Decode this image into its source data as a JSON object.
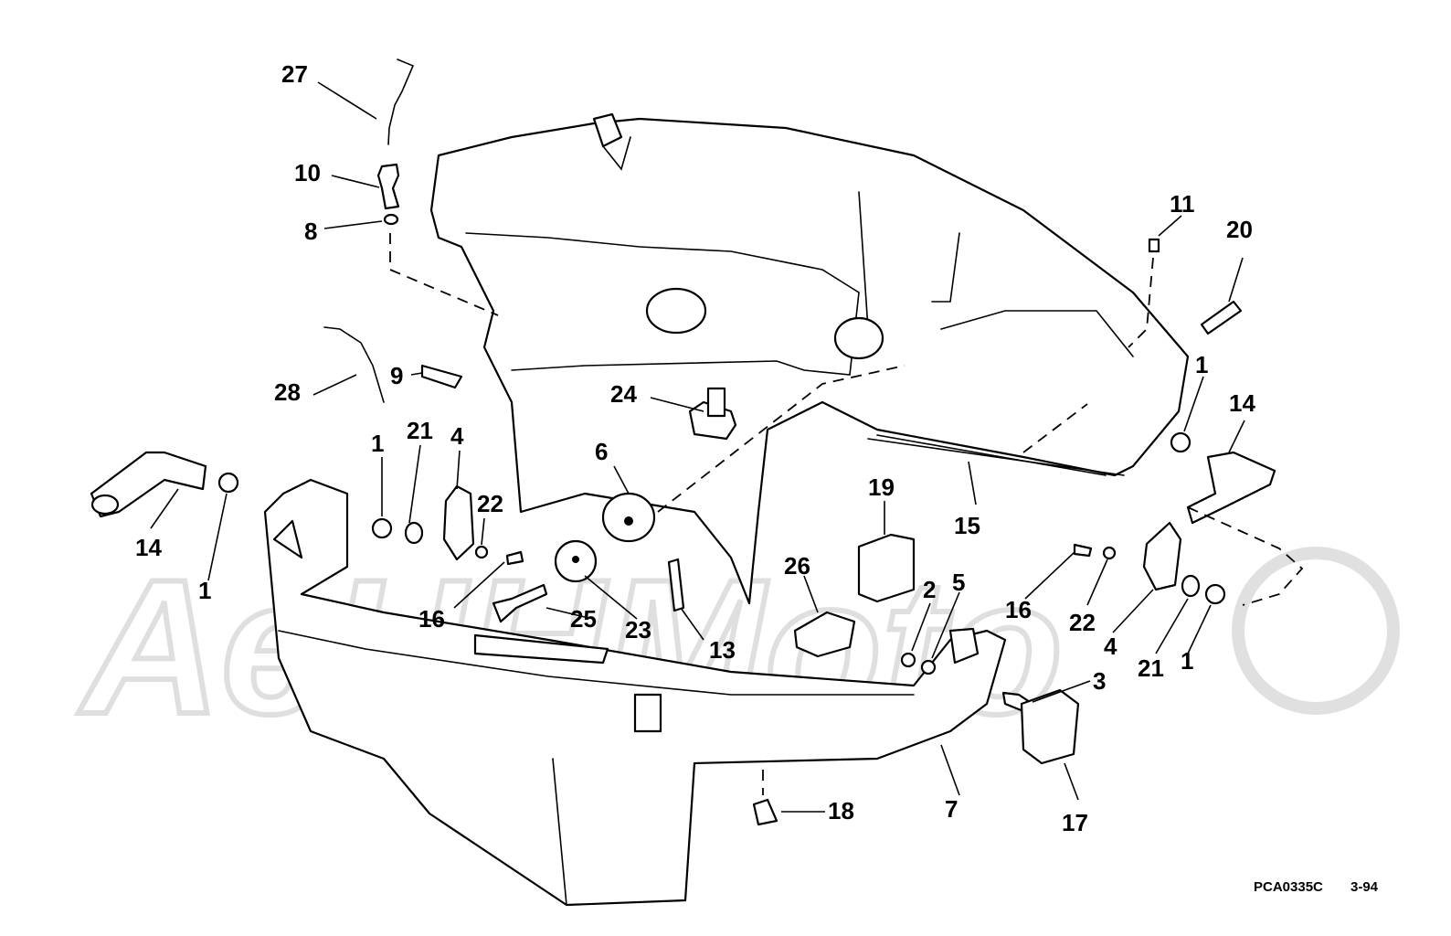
{
  "watermark": {
    "text": "AeHHMoto"
  },
  "footer": {
    "code": "PCA0335C",
    "date": "3-94"
  },
  "labels": {
    "l27": "27",
    "l10": "10",
    "l8": "8",
    "l28": "28",
    "l9": "9",
    "l1a": "1",
    "l21a": "21",
    "l4a": "4",
    "l22a": "22",
    "l16a": "16",
    "l14a": "14",
    "l1b": "1",
    "l24": "24",
    "l6": "6",
    "l25": "25",
    "l23": "23",
    "l13": "13",
    "l26": "26",
    "l19": "19",
    "l2": "2",
    "l5": "5",
    "l15": "15",
    "l11": "11",
    "l20": "20",
    "l1c": "1",
    "l14b": "14",
    "l16b": "16",
    "l22b": "22",
    "l4b": "4",
    "l21b": "21",
    "l1d": "1",
    "l3": "3",
    "l7": "7",
    "l17": "17",
    "l18": "18"
  }
}
